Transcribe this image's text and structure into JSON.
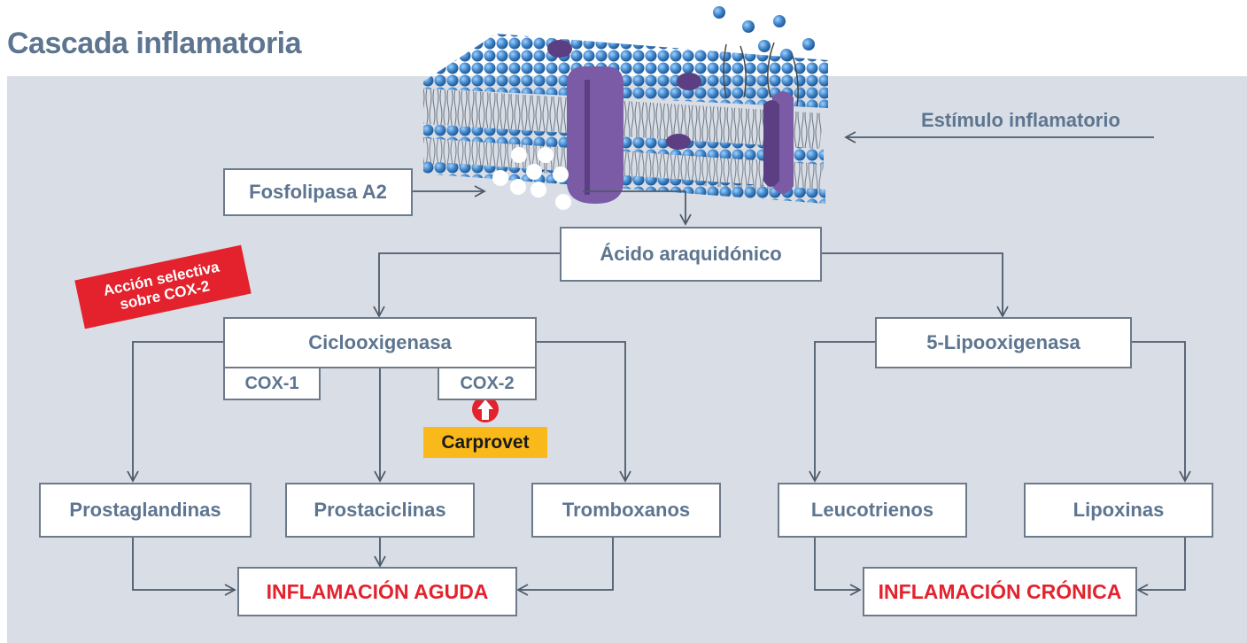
{
  "title": "Cascada inflamatoria",
  "stimulus": "Estímulo inflamatorio",
  "enzyme_pla2": "Fosfolipasa A2",
  "arachidonic": "Ácido araquidónico",
  "badge": {
    "line1": "Acción selectiva",
    "line2": "sobre COX-2"
  },
  "cyclooxygenase": {
    "label": "Ciclooxigenasa",
    "cox1": "COX-1",
    "cox2": "COX-2"
  },
  "lipoxygenase": "5-Lipooxigenasa",
  "product_label": "Carprovet",
  "products": {
    "prostaglandins": "Prostaglandinas",
    "prostacyclins": "Prostaciclinas",
    "thromboxanes": "Tromboxanos",
    "leukotrienes": "Leucotrienos",
    "lipoxins": "Lipoxinas"
  },
  "outcomes": {
    "acute": "INFLAMACIÓN AGUDA",
    "chronic": "INFLAMACIÓN CRÓNICA"
  },
  "colors": {
    "background": "#d9dee6",
    "text": "#5d7590",
    "accent_red": "#e3222d",
    "highlight": "#f9b91b",
    "membrane_blue": "#3f84c7",
    "protein_purple": "#7b5ba5"
  }
}
